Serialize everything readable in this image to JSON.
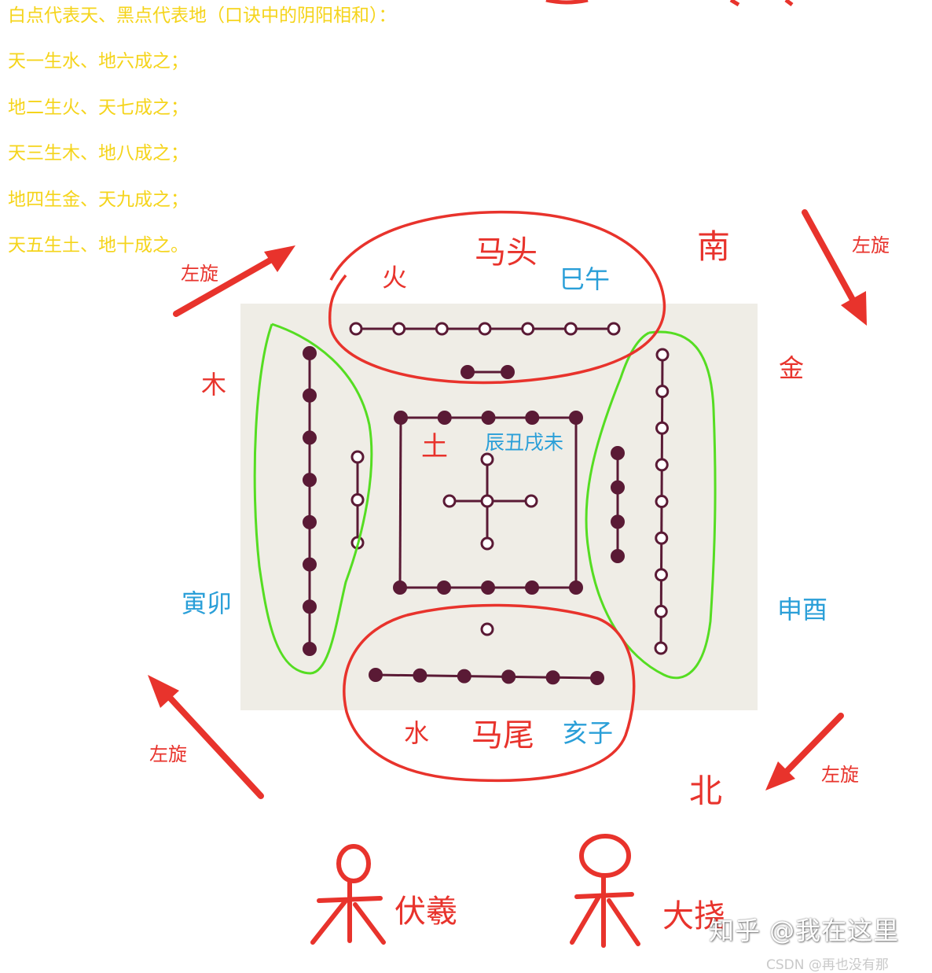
{
  "intro_lines": [
    "白点代表天、黑点代表地（口诀中的阴阳相和）：",
    "天一生水、地六成之；",
    "地二生火、天七成之；",
    "天三生木、地八成之；",
    "地四生金、天九成之；",
    "天五生土、地十成之。"
  ],
  "labels": {
    "horse_head": "马头",
    "fire": "火",
    "si_wu": "巳午",
    "south": "南",
    "wood": "木",
    "yin_mao": "寅卯",
    "earth": "土",
    "chen_chou_xu_wei": "辰丑戌未",
    "metal": "金",
    "shen_you": "申酉",
    "water": "水",
    "horse_tail": "马尾",
    "hai_zi": "亥子",
    "north": "北",
    "fuxi": "伏羲",
    "danao": "大挠"
  },
  "arrows": {
    "top_left": "左旋",
    "top_right": "左旋",
    "bottom_left": "左旋",
    "bottom_right": "左旋"
  },
  "watermark": "知乎 @我在这里",
  "csdn_watermark": "CSDN @再也没有那",
  "colors": {
    "intro_text": "#f5d41b",
    "red": "#e8332c",
    "blue": "#2a9fd8",
    "green": "#55dd22",
    "dot": "#5a1a35",
    "card": "#efede6"
  }
}
